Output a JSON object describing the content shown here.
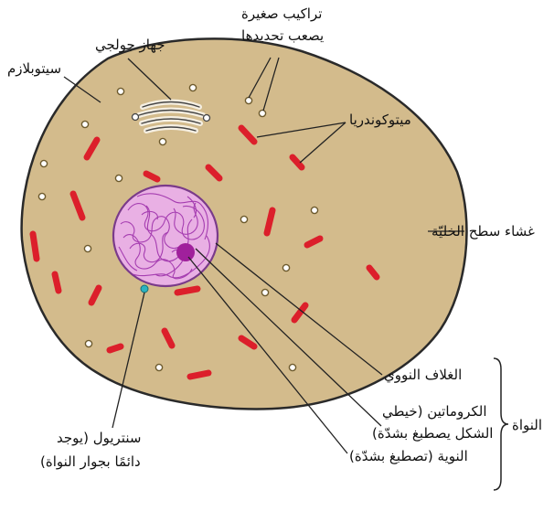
{
  "labels": {
    "small_structures_line1": "تراكيب صغيرة",
    "small_structures_line2": "يصعب تحديدها",
    "golgi": "جهاز جولجي",
    "cytoplasm": "سيتوبلازم",
    "mitochondria": "ميتوكوندريا",
    "cell_membrane": "غشاء سطح الخليّة",
    "nuclear_envelope": "الغلاف النووي",
    "chromatin_line1": "الكروماتين (خيطي",
    "chromatin_line2": "الشكل يصطبغ بشدّة)",
    "nucleolus": "النوية (تصطبغ بشدّة)",
    "nucleus_group": "النواة",
    "centriole_line1": "سنتريول (يوجد",
    "centriole_line2": "دائمًا بجوار النواة)"
  },
  "colors": {
    "cytoplasm_fill": "#d3bb8c",
    "cell_outline": "#2a2a2a",
    "nucleus_fill": "#e9b0e4",
    "nucleus_outline": "#7a3a8a",
    "chromatin": "#9a2aa8",
    "nucleolus": "#a0209c",
    "mitochondria": "#dc1f2b",
    "vesicle_fill": "#ffffff",
    "vesicle_outline": "#6d5a2d",
    "centriole": "#2bb3c0",
    "leader_line": "#222222"
  }
}
